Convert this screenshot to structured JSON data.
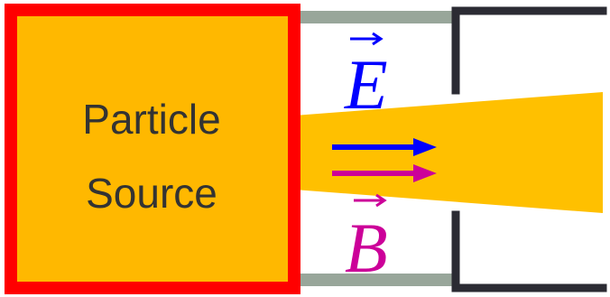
{
  "source": {
    "label_line1": "Particle",
    "label_line2": "Source"
  },
  "fields": {
    "electric_symbol": "E",
    "magnetic_symbol": "B"
  },
  "colors": {
    "source_fill": "#FFB800",
    "source_border": "#FF0000",
    "beam": "#FFC000",
    "electric": "#0000FF",
    "magnetic": "#CC0099",
    "plate": "#98A69A",
    "wall": "#2B2B33"
  }
}
